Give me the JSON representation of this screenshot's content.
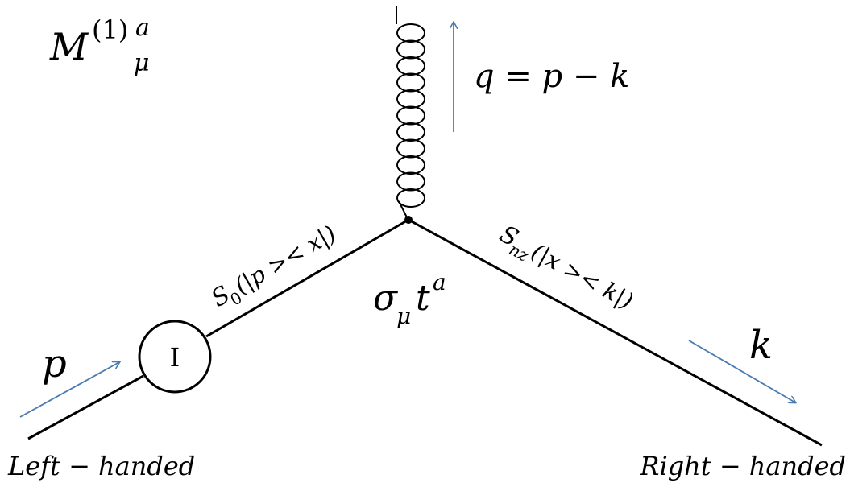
{
  "diagram": {
    "title": {
      "base": "M",
      "sup_paren": "(1)",
      "sup_idx": "a",
      "sub_idx": "μ"
    },
    "vertex_label": {
      "base": "σ",
      "sub": "μ",
      "t": "t",
      "sup": "a"
    },
    "gluon_momentum": "q = p − k",
    "incoming_momentum": "p",
    "outgoing_momentum": "k",
    "left_propagator": {
      "base": "S",
      "sub": "0",
      "args": "(|p >< x|)"
    },
    "right_propagator": {
      "base": "S",
      "sub": "nz",
      "args": "(|x >< k|)"
    },
    "insertion_label": "I",
    "left_chirality": "Left − handed",
    "right_chirality": "Right − handed",
    "colors": {
      "line": "#000000",
      "arrow": "#4a7ab0"
    }
  }
}
